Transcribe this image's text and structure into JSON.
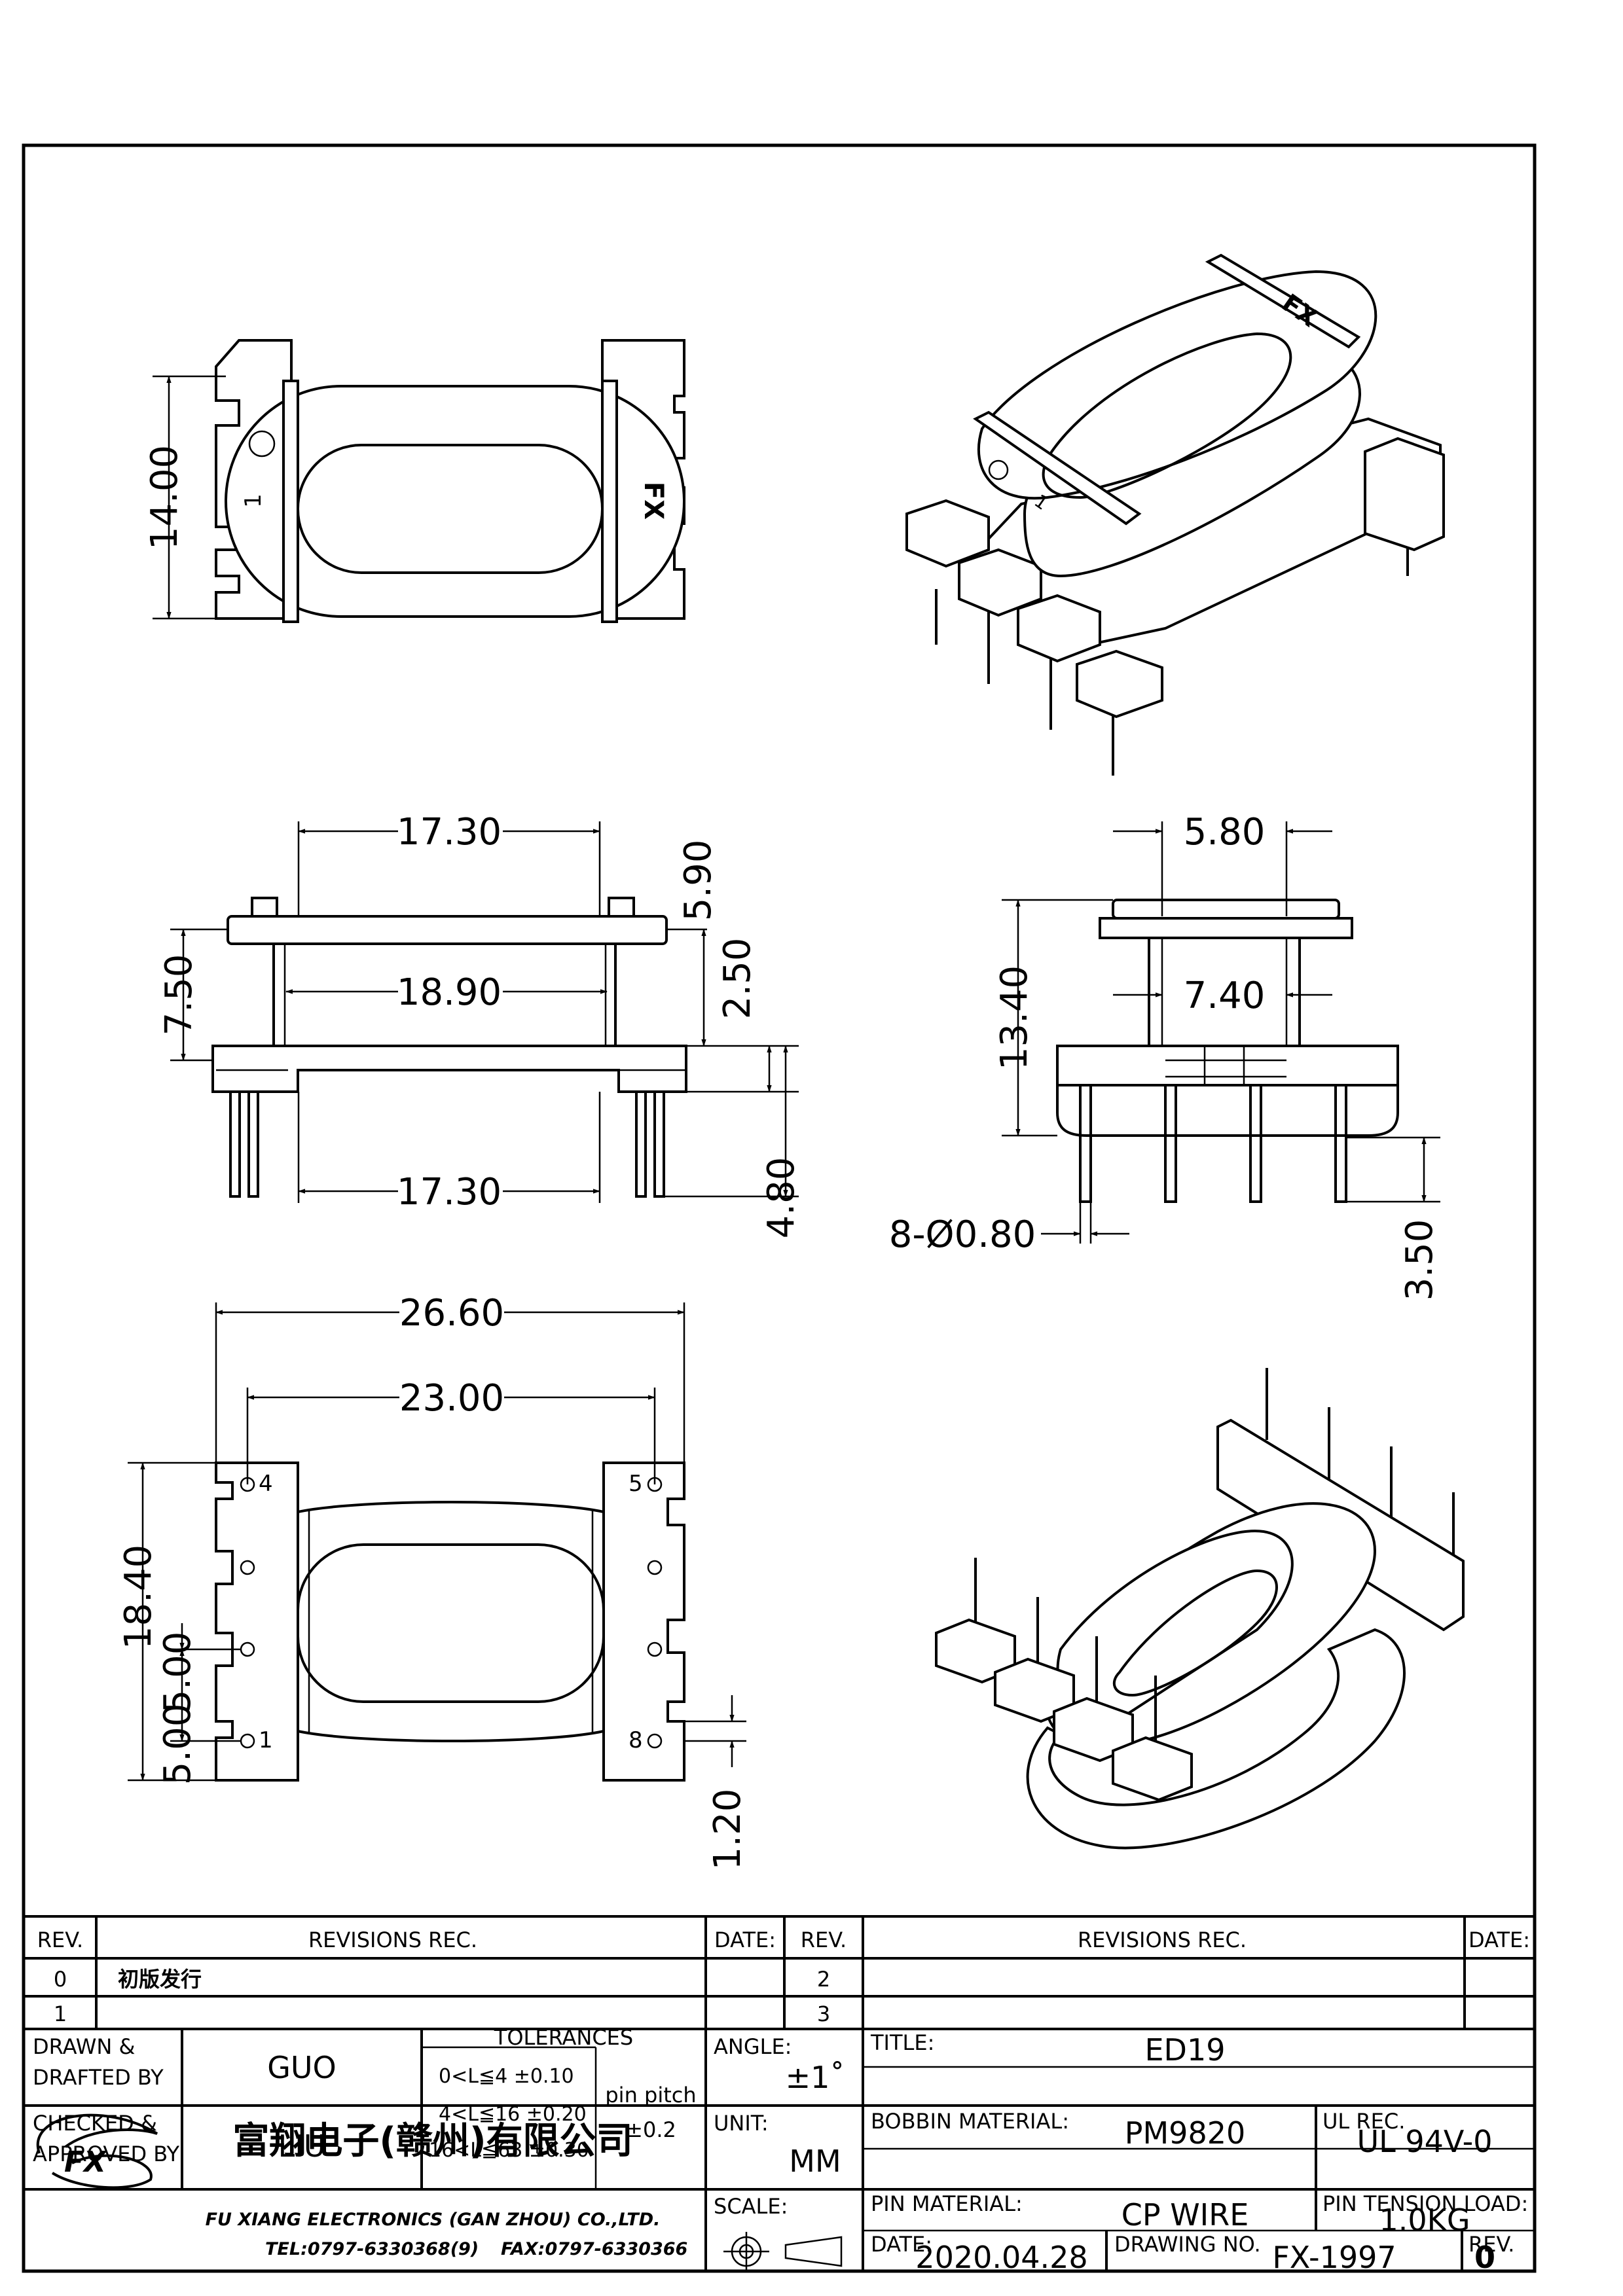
{
  "dimensions": {
    "top_height": "14.00",
    "side_top_width": "17.30",
    "side_core_width": "18.90",
    "side_bottom_width": "17.30",
    "side_total_height": "7.50",
    "side_flange_height": "5.90",
    "side_gap_height": "2.50",
    "side_pin_length": "4.80",
    "front_flange_width": "5.80",
    "front_core_width": "7.40",
    "front_height": "13.40",
    "front_pin_dia": "8-Ø0.80",
    "front_pin_length": "3.50",
    "bottom_width_outer": "26.60",
    "bottom_width_pins": "23.00",
    "bottom_height": "18.40",
    "bottom_pitch_1": "5.00",
    "bottom_pitch_2": "5.00",
    "bottom_offset": "1.20"
  },
  "marks": {
    "logo_fx": "FX",
    "pin_mark_1": "1",
    "pin_4": "4",
    "pin_5": "5",
    "pin_1": "1",
    "pin_8": "8"
  },
  "revisions": {
    "h_rev": "REV.",
    "h_rec": "REVISIONS   REC.",
    "h_date": "DATE:",
    "rows_left": [
      {
        "rev": "0",
        "desc": "初版发行",
        "date": ""
      },
      {
        "rev": "1",
        "desc": "",
        "date": ""
      }
    ],
    "rows_right": [
      {
        "rev": "2",
        "desc": "",
        "date": ""
      },
      {
        "rev": "3",
        "desc": "",
        "date": ""
      }
    ]
  },
  "titleblock": {
    "drawn_label_1": "DRAWN &",
    "drawn_label_2": "DRAFTED BY",
    "drawn_by": "GUO",
    "checked_label_1": "CHECKED &",
    "checked_label_2": "APPROVED BY",
    "checked_by": "LIU",
    "tol_title": "TOLERANCES",
    "tol_1": "0<L≦4    ±0.10",
    "tol_2": "4<L≦16  ±0.20",
    "tol_3": "16<L≦63  ±0.30",
    "pin_pitch_label": "pin pitch",
    "pin_pitch_tol": "±0.2",
    "angle_label": "ANGLE:",
    "angle_value": "±1˚",
    "unit_label": "UNIT:",
    "unit_value": "MM",
    "scale_label": "SCALE:",
    "title_label": "TITLE:",
    "title_value": "ED19",
    "bobbin_label": "BOBBIN MATERIAL:",
    "bobbin_value": "PM9820",
    "ul_label": "UL REC.",
    "ul_value": "UL 94V-0",
    "pin_material_label": "PIN MATERIAL:",
    "pin_material_value": "CP WIRE",
    "pin_tension_label": "PIN TENSION LOAD:",
    "pin_tension_value": "1.0KG",
    "date_label": "DATE:",
    "date_value": "2020.04.28",
    "drawing_no_label": "DRAWING NO.",
    "drawing_no_value": "FX-1997",
    "rev_label": "REV.",
    "rev_value": "0",
    "company_cn": "富翔电子(赣州)有限公司",
    "company_en": "FU XIANG ELECTRONICS (GAN ZHOU) CO.,LTD.",
    "tel": "TEL:0797-6330368(9)",
    "fax": "FAX:0797-6330366",
    "logo_text": "FX"
  }
}
